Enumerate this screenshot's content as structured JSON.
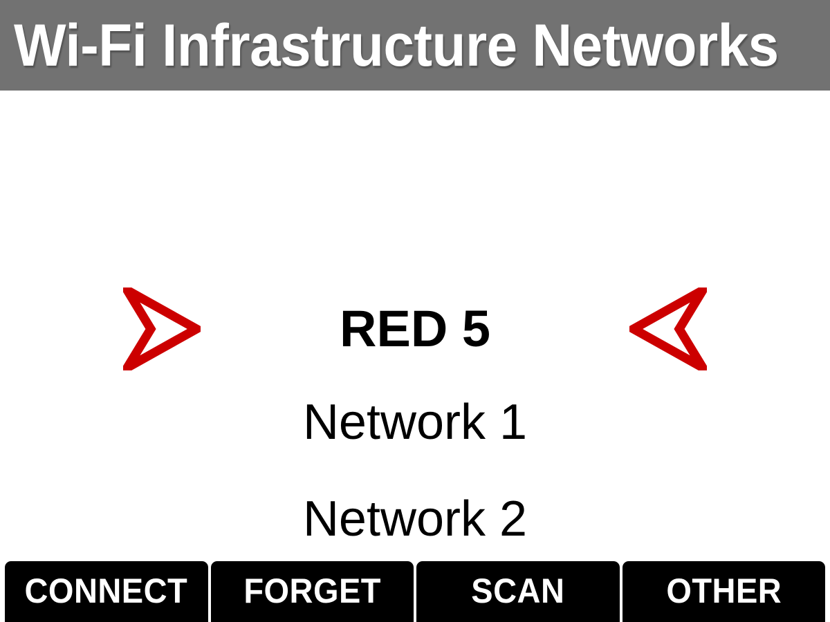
{
  "header": {
    "title": "Wi-Fi Infrastructure Networks",
    "background_color": "#727272",
    "text_color": "#ffffff"
  },
  "main": {
    "selected_network": {
      "name": "RED 5",
      "left_marker_icon": "arrow-right-icon",
      "right_marker_icon": "arrow-left-icon",
      "marker_color": "#cc0000"
    },
    "networks": [
      {
        "name": "Network 1"
      },
      {
        "name": "Network 2"
      }
    ]
  },
  "button_bar": {
    "background_color": "#000000",
    "text_color": "#ffffff",
    "buttons": [
      {
        "label": "CONNECT",
        "name": "connect-button"
      },
      {
        "label": "FORGET",
        "name": "forget-button"
      },
      {
        "label": "SCAN",
        "name": "scan-button"
      },
      {
        "label": "OTHER",
        "name": "other-button"
      }
    ]
  }
}
